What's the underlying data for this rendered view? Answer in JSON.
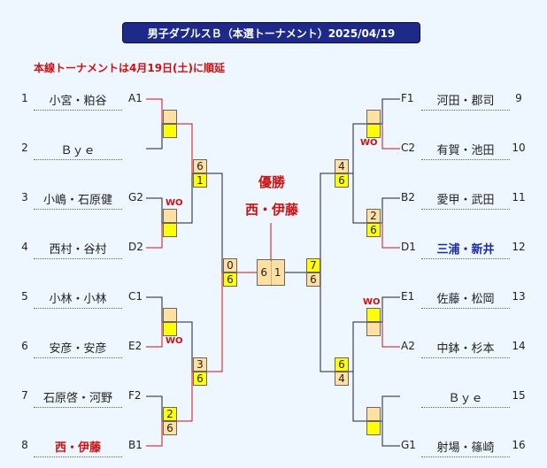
{
  "title": "男子ダブルスＢ（本選トーナメント）2025/04/19",
  "notice": "本線トーナメントは4月19日(土)に順延",
  "champion": {
    "label": "優勝",
    "name": "西・伊藤"
  },
  "left_players": [
    {
      "num": "1",
      "name": "小宮・粕谷",
      "seed": "A1"
    },
    {
      "num": "2",
      "name": "Ｂｙｅ",
      "seed": ""
    },
    {
      "num": "3",
      "name": "小嶋・石原健",
      "seed": "G2"
    },
    {
      "num": "4",
      "name": "西村・谷村",
      "seed": "D2"
    },
    {
      "num": "5",
      "name": "小林・小林",
      "seed": "C1"
    },
    {
      "num": "6",
      "name": "安彦・安彦",
      "seed": "E2"
    },
    {
      "num": "7",
      "name": "石原啓・河野",
      "seed": "F2"
    },
    {
      "num": "8",
      "name": "西・伊藤",
      "seed": "B1"
    }
  ],
  "right_players": [
    {
      "num": "9",
      "name": "河田・郡司",
      "seed": "F1"
    },
    {
      "num": "10",
      "name": "有賀・池田",
      "seed": "C2"
    },
    {
      "num": "11",
      "name": "愛甲・武田",
      "seed": "B2"
    },
    {
      "num": "12",
      "name": "三浦・新井",
      "seed": "D1"
    },
    {
      "num": "13",
      "name": "佐藤・松岡",
      "seed": "E1"
    },
    {
      "num": "14",
      "name": "中鉢・杉本",
      "seed": "A2"
    },
    {
      "num": "15",
      "name": "Ｂｙｅ",
      "seed": ""
    },
    {
      "num": "16",
      "name": "射場・篠崎",
      "seed": "G1"
    }
  ],
  "scores": {
    "l_r2_a": [
      "6",
      "1"
    ],
    "l_r2_b": [
      "3",
      "6"
    ],
    "l_sf": [
      "0",
      "6"
    ],
    "r_r2_a": [
      "4",
      "6"
    ],
    "r_r2_b": [
      "6",
      "4"
    ],
    "r_r1_b": [
      "2",
      "6"
    ],
    "l_r1_d": [
      "2",
      "6"
    ],
    "r_sf": [
      "7",
      "6"
    ],
    "final": [
      "6",
      "1"
    ]
  },
  "wo_label": "WO"
}
